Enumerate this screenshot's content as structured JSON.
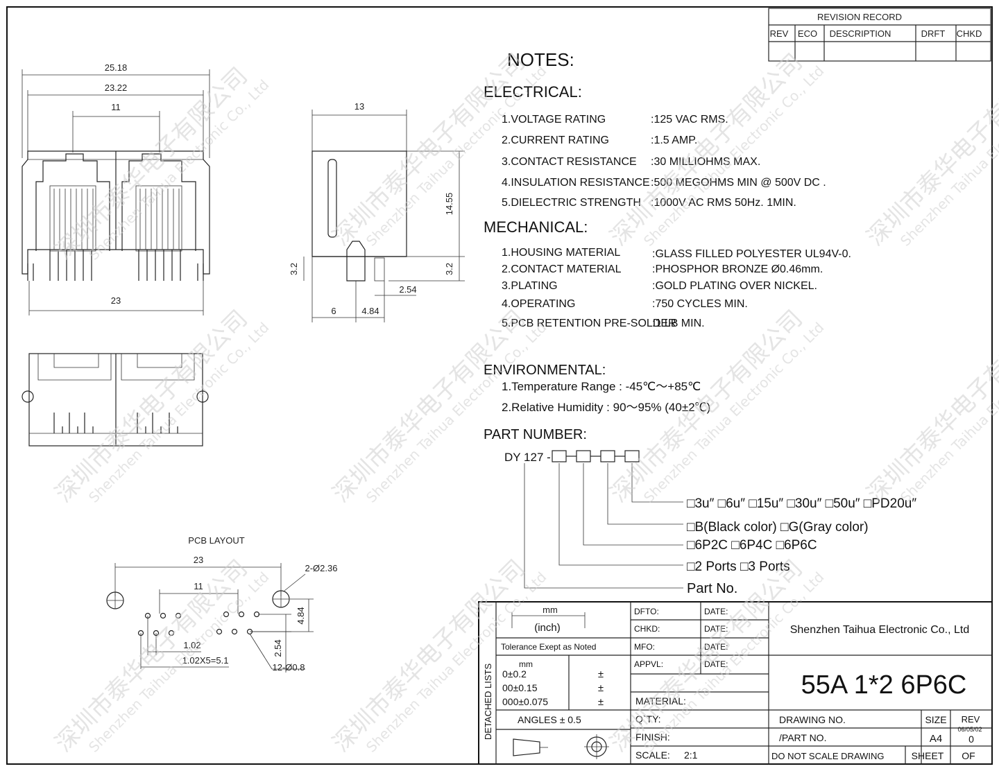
{
  "revision": {
    "title": "REVISION RECORD",
    "headers": [
      "REV",
      "ECO",
      "DESCRIPTION",
      "DRFT",
      "CHKD"
    ]
  },
  "notes": {
    "title": "NOTES:",
    "electrical": {
      "heading": "ELECTRICAL:",
      "items": [
        {
          "label": "1.VOLTAGE RATING",
          "value": ":125 VAC RMS."
        },
        {
          "label": "2.CURRENT RATING",
          "value": ":1.5 AMP."
        },
        {
          "label": "3.CONTACT RESISTANCE",
          "value": ":30 MILLIOHMS MAX."
        },
        {
          "label": "4.INSULATION RESISTANCE",
          "value": ":500 MEGOHMS MIN @ 500V DC ."
        },
        {
          "label": "5.DIELECTRIC STRENGTH",
          "value": ":1000V AC RMS 50Hz. 1MIN."
        }
      ]
    },
    "mechanical": {
      "heading": "MECHANICAL:",
      "items": [
        {
          "label": "1.HOUSING MATERIAL",
          "value": ":GLASS FILLED POLYESTER UL94V-0."
        },
        {
          "label": "2.CONTACT MATERIAL",
          "value": ":PHOSPHOR BRONZE Ø0.46mm."
        },
        {
          "label": "3.PLATING",
          "value": ":GOLD PLATING OVER NICKEL."
        },
        {
          "label": "4.OPERATING",
          "value": ":750 CYCLES MIN."
        },
        {
          "label": "5.PCB RETENTION PRE-SOLDER",
          "value": ":1 LB MIN."
        }
      ]
    },
    "environmental": {
      "heading": "ENVIRONMENTAL:",
      "items": [
        "1.Temperature Range : -45℃～+85℃",
        "2.Relative Humidity : 90～95% (40±2℃)"
      ]
    },
    "part_number": {
      "heading": "PART NUMBER:",
      "code": "DY 127 -",
      "options": [
        "□3u″ □6u″ □15u″ □30u″ □50u″ □PD20u″",
        "□B(Black color)  □G(Gray color)",
        "□6P2C □6P4C □6P6C",
        "□2 Ports □3 Ports",
        "Part No."
      ]
    }
  },
  "dimensions": {
    "front": [
      "25.18",
      "23.22",
      "11",
      "23"
    ],
    "side": [
      "13",
      "14.55",
      "3.2",
      "3.2",
      "2.54",
      "6",
      "4.84"
    ]
  },
  "pcb_layout": {
    "title": "PCB LAYOUT",
    "labels": [
      "23",
      "11",
      "2-Ø2.36",
      "4.84",
      "1.02",
      "2.54",
      "1.02X5=5.1",
      "12-Ø0.8"
    ]
  },
  "title_block": {
    "unit_mm": "mm",
    "unit_inch": "(inch)",
    "tolerance": "Tolerance Exept as Noted",
    "tol_mm": "mm",
    "tol_rows": [
      "0±0.2",
      "00±0.15",
      "000±0.075"
    ],
    "tol_pm": [
      "±",
      "±",
      "±"
    ],
    "angles": "ANGLES ±  0.5",
    "detached": "DETACHED LISTS",
    "fields": [
      "DFTO:",
      "CHKD:",
      "MFO:",
      "APPVL:"
    ],
    "date": "DATE:",
    "material": "MATERIAL:",
    "qty": "Q`TY:",
    "finish": "FINISH:",
    "scale_label": "SCALE:",
    "scale_value": "2:1",
    "company": "Shenzhen Taihua Electronic Co., Ltd",
    "product": "55A 1*2 6P6C",
    "drawing_no": "DRAWING NO.",
    "part_no": "/PART NO.",
    "no_scale": "DO NOT SCALE DRAWING",
    "size_label": "SIZE",
    "size_value": "A4",
    "rev_label": "REV",
    "rev_date": "06/05/02",
    "rev_value": "0",
    "sheet": "SHEET",
    "of": "OF"
  },
  "watermark": {
    "cn": "深圳市泰华电子有限公司",
    "en": "Shenzhen Taihua Electronic Co., Ltd"
  }
}
